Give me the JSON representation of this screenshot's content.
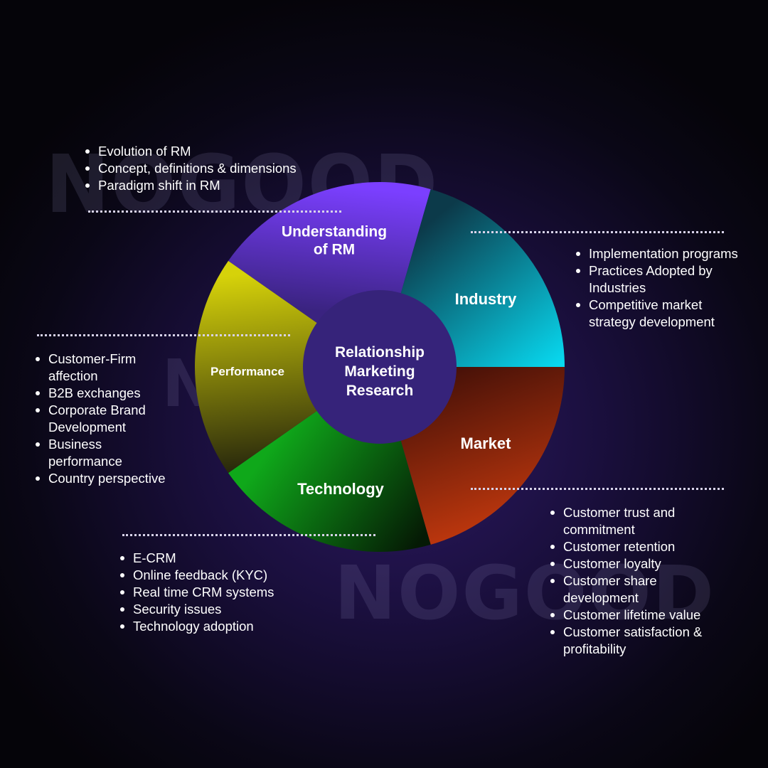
{
  "watermark": {
    "text": "NOGOOD"
  },
  "diagram": {
    "center": {
      "lines": [
        "Relationship",
        "Marketing",
        "Research"
      ]
    },
    "segments": [
      {
        "id": "understanding",
        "lines": [
          "Understanding",
          "of RM"
        ],
        "color_a": "#7b3fff",
        "color_b": "#3a2380"
      },
      {
        "id": "industry",
        "lines": [
          "Industry"
        ],
        "color_a": "#0c3a4a",
        "color_b": "#08d8ef"
      },
      {
        "id": "market",
        "lines": [
          "Market"
        ],
        "color_a": "#4a1208",
        "color_b": "#c73a0e"
      },
      {
        "id": "technology",
        "lines": [
          "Technology"
        ],
        "color_a": "#0fa81a",
        "color_b": "#051a05"
      },
      {
        "id": "performance",
        "lines": [
          "Performance"
        ],
        "color_a": "#d6d20a",
        "color_b": "#2a2a0c"
      }
    ]
  },
  "lists": {
    "understanding": [
      "Evolution of RM",
      "Concept, definitions & dimensions",
      "Paradigm shift in RM"
    ],
    "industry": [
      "Implementation programs",
      "Practices Adopted by Industries",
      "Competitive market strategy development"
    ],
    "performance": [
      "Customer-Firm affection",
      "B2B exchanges",
      "Corporate Brand Development",
      "Business performance",
      "Country perspective"
    ],
    "technology": [
      "E-CRM",
      "Online feedback (KYC)",
      "Real time CRM systems",
      "Security issues",
      "Technology adoption"
    ],
    "market": [
      "Customer trust and commitment",
      "Customer retention",
      "Customer loyalty",
      "Customer share development",
      "Customer lifetime value",
      "Customer satisfaction & profitability"
    ]
  }
}
